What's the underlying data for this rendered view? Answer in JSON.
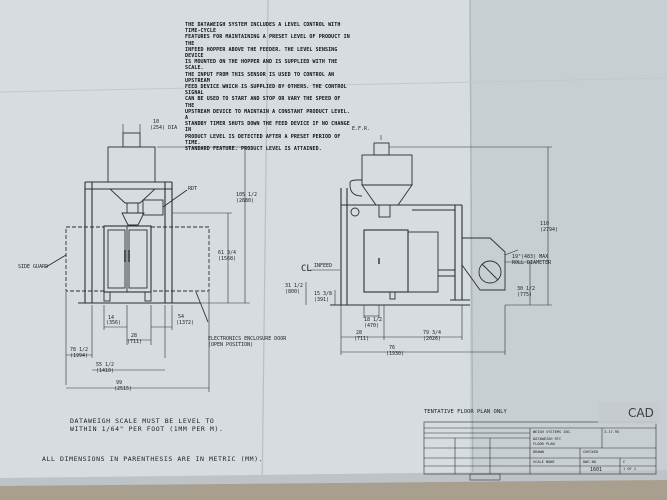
{
  "notes": {
    "lines": [
      "THE DATAWEIGH SYSTEM INCLUDES A LEVEL CONTROL WITH TIME-CYCLE",
      "FEATURES FOR MAINTAINING A PRESET LEVEL OF PRODUCT IN THE",
      "INFEED HOPPER ABOVE THE FEEDER. THE LEVEL SENSING DEVICE",
      "IS MOUNTED ON THE HOPPER AND IS SUPPLIED WITH THE SCALE.",
      "THE INPUT FROM THIS SENSOR IS USED TO CONTROL AN UPSTREAM",
      "FEED DEVICE WHICH IS SUPPLIED BY OTHERS. THE CONTROL SIGNAL",
      "CAN BE USED TO START AND STOP OR VARY THE SPEED OF THE",
      "UPSTREAM DEVICE TO MAINTAIN A CONSTANT PRODUCT LEVEL. A",
      "STANDBY TIMER SHUTS DOWN THE FEED DEVICE IF NO CHANGE IN",
      "PRODUCT LEVEL IS DETECTED AFTER A PRESET PERIOD OF TIME.",
      "STANDARD FEATURE. PRODUCT LEVEL IS ATTAINED."
    ]
  },
  "front_view": {
    "dim_top": "10",
    "dim_top_metric": "(254) DIA",
    "label_rdt": "RDT",
    "label_side_guard": "SIDE GUARD",
    "dim_height": "105 1/2",
    "dim_height_metric": "(2680)",
    "dim_mid": "61 3/4",
    "dim_mid_metric": "(1568)",
    "dim_a": "14",
    "dim_a_metric": "(356)",
    "dim_b": "28",
    "dim_b_metric": "(711)",
    "dim_c": "54",
    "dim_c_metric": "(1372)",
    "dim_d": "78 1/2",
    "dim_d_metric": "(1994)",
    "dim_e": "55 1/2",
    "dim_e_metric": "(1410)",
    "dim_f": "99",
    "dim_f_metric": "(2515)",
    "label_door": "ELECTRONICS ENCLOSURE DOOR",
    "label_door_sub": "(OPEN POSITION)"
  },
  "side_view": {
    "label_top": "E.F.R.",
    "label_cl": "CL",
    "label_infeed": "INFEED",
    "dim_height": "110",
    "dim_height_metric": "(2794)",
    "roll_note": "19\"(483) MAX",
    "roll_note_2": "ROLL DIAMETER",
    "dim_left1": "31 1/2",
    "dim_left1_metric": "(800)",
    "dim_left2": "15 3/8",
    "dim_left2_metric": "(391)",
    "dim_center": "18 1/2",
    "dim_center_metric": "(470)",
    "dim_right": "30 1/2",
    "dim_right_metric": "(775)",
    "dim_a": "28",
    "dim_a_metric": "(711)",
    "dim_b": "79 3/4",
    "dim_b_metric": "(2026)",
    "dim_c": "76",
    "dim_c_metric": "(1930)"
  },
  "bottom_notes": {
    "level_line1": "DATAWEIGH SCALE MUST BE LEVEL TO",
    "level_line2": "WITHIN 1/64\" PER FOOT (1MM PER M).",
    "dimensions": "ALL DIMENSIONS IN PARENTHESIS ARE IN METRIC (MM).",
    "tentative": "TENTATIVE FLOOR PLAN ONLY",
    "cad": "CAD"
  },
  "title_block": {
    "company": "WEIGH SYSTEMS INC.",
    "title_line1": "DATAWEIGH RTC",
    "title_line2": "FLOOR PLAN",
    "drawn_by": "DRAWN",
    "checked": "CHECKED",
    "scale": "SCALE NONE",
    "dwg_no": "1601",
    "rev": "C",
    "sheet": "1 OF 1",
    "date": "3-17-95",
    "file": "DWG NO"
  }
}
